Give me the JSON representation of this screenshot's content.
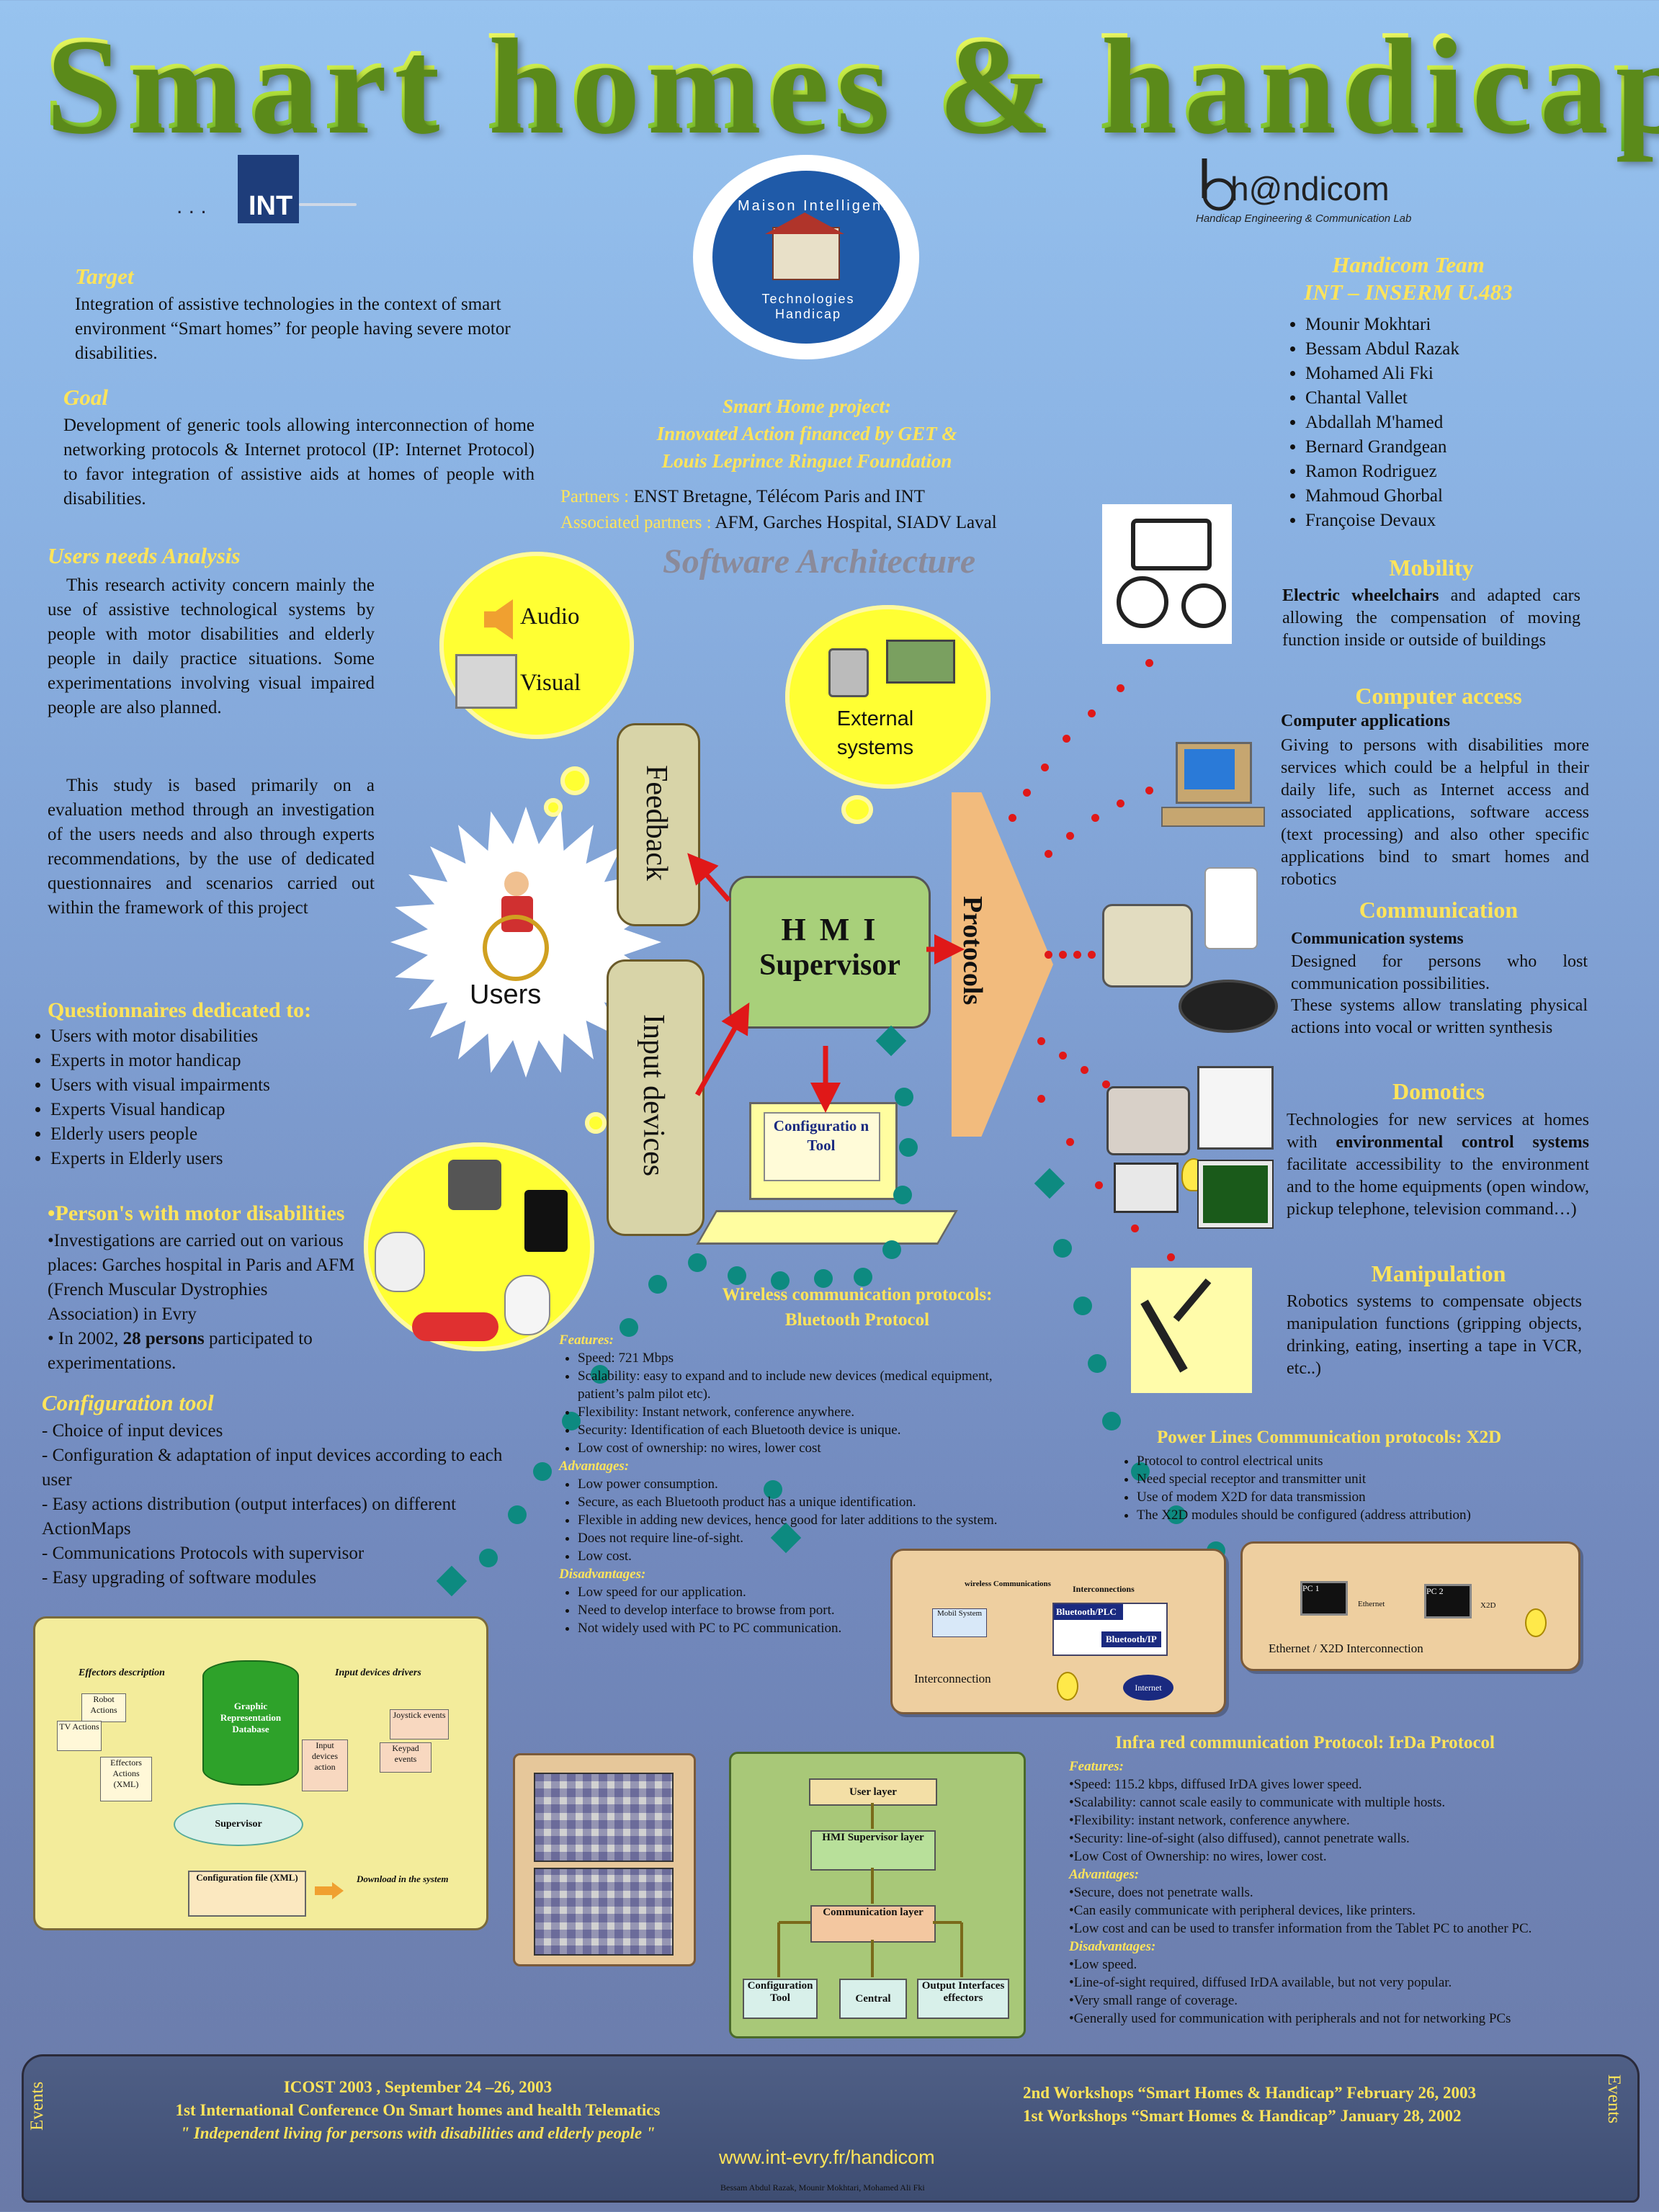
{
  "title": "Smart homes & handicap",
  "int_logo": {
    "prefix": ". . .",
    "text": "INT"
  },
  "handicom_logo": {
    "name": "h@ndicom",
    "subtitle": "Handicap Engineering & Communication Lab"
  },
  "center_logo": {
    "top": "Maison Intelligente",
    "bottom": "Technologies Handicap"
  },
  "target": {
    "heading": "Target",
    "text": "Integration of assistive technologies in the context of smart environment “Smart homes” for people having severe motor disabilities."
  },
  "goal": {
    "heading": "Goal",
    "text": "Development of generic tools allowing interconnection of home networking protocols & Internet protocol (IP: Internet Protocol) to favor integration of assistive aids at homes of people with disabilities."
  },
  "project": {
    "line1": "Smart Home project:",
    "line2": "Innovated Action financed by GET &",
    "line3": "Louis Leprince Ringuet Foundation",
    "partners_label": "Partners :",
    "partners": "ENST Bretagne, Télécom Paris and INT",
    "associated_label": "Associated partners :",
    "associated": "AFM, Garches Hospital, SIADV Laval"
  },
  "team": {
    "heading1": "Handicom Team",
    "heading2": "INT – INSERM  U.483",
    "members": [
      "Mounir  Mokhtari",
      "Bessam  Abdul Razak",
      "Mohamed Ali Fki",
      "Chantal Vallet",
      "Abdallah M'hamed",
      "Bernard  Grandgean",
      "Ramon Rodriguez",
      "Mahmoud Ghorbal",
      "Françoise Devaux"
    ]
  },
  "users_needs": {
    "heading": "Users needs Analysis",
    "p1": "This research activity concern mainly the use of assistive technological systems by people with motor disabilities and elderly people in daily practice situations. Some experimentations involving visual impaired people are also planned.",
    "p2": "This study is based primarily on a evaluation method through an investigation of the users needs and also through experts recommendations, by the use of dedicated questionnaires and scenarios carried out within the framework of this project"
  },
  "questionnaires": {
    "heading": "Questionnaires dedicated to:",
    "items": [
      "Users with motor disabilities",
      "Experts in motor handicap",
      "Users with visual impairments",
      "Experts Visual handicap",
      "Elderly users people",
      "Experts in Elderly users"
    ]
  },
  "persons": {
    "heading": "•Person's with motor disabilities",
    "item1": "•Investigations are carried out on various places: Garches hospital in Paris and AFM (French Muscular Dystrophies Association) in Evry",
    "item2_pre": "• In 2002, ",
    "item2_bold": "28 persons",
    "item2_post": " participated to experimentations."
  },
  "config_tool": {
    "heading": "Configuration tool",
    "items": [
      "- Choice of input devices",
      "- Configuration & adaptation of input devices according to each user",
      "- Easy actions distribution (output interfaces) on different ActionMaps",
      "- Communications Protocols with supervisor",
      "- Easy upgrading of software modules"
    ]
  },
  "architecture": {
    "heading": "Software Architecture",
    "audio": "Audio",
    "visual": "Visual",
    "external": "External systems",
    "feedback": "Feedback",
    "users": "Users",
    "input_devices": "Input devices",
    "hmi_l1": "H M I",
    "hmi_l2": "Supervisor",
    "protocols": "Protocols",
    "config_tool": "Configuratio n Tool"
  },
  "mobility": {
    "heading": "Mobility",
    "bold": "Electric wheelchairs",
    "text": " and adapted cars allowing the compensation of moving function inside or outside of buildings"
  },
  "computer_access": {
    "heading": "Computer access",
    "sub": "Computer applications",
    "text": "Giving to persons with disabilities more services which could be a helpful  in their daily life, such as Internet access and associated applications, software access (text processing) and also other specific applications bind to smart homes and robotics"
  },
  "communication": {
    "heading": "Communication",
    "sub": "Communication systems",
    "text1": "Designed for persons who lost communication possibilities.",
    "text2": "These systems allow translating physical actions into vocal or written synthesis"
  },
  "domotics": {
    "heading": "Domotics",
    "pre": "Technologies for new services at homes with ",
    "bold": "environmental control systems",
    "post": " facilitate accessibility to the environment and to the home equipments (open window, pickup telephone, television command…)"
  },
  "manipulation": {
    "heading": "Manipulation",
    "text": "Robotics systems to compensate objects manipulation functions (gripping objects, drinking, eating, inserting a tape in VCR, etc..)"
  },
  "bluetooth": {
    "heading1": "Wireless communication protocols:",
    "heading2": "Bluetooth Protocol",
    "features_label": "Features:",
    "features": [
      "Speed: 721 Mbps",
      "Scalability: easy to expand and to include new devices (medical equipment, patient’s palm pilot etc).",
      "Flexibility: Instant network, conference anywhere.",
      "Security: Identification of each Bluetooth device is unique.",
      "Low cost of ownership: no wires, lower cost"
    ],
    "advantages_label": "Advantages:",
    "advantages": [
      "Low power consumption.",
      "Secure, as each Bluetooth product has a unique identification.",
      "Flexible in adding new devices, hence good for later additions to the system.",
      "Does not require line-of-sight.",
      "Low cost."
    ],
    "disadvantages_label": "Disadvantages:",
    "disadvantages": [
      "Low speed for our application.",
      "Need to develop interface to browse from port.",
      "Not  widely  used with PC to PC communication."
    ]
  },
  "x2d": {
    "heading": "Power Lines Communication protocols: X2D",
    "items": [
      "Protocol to control electrical units",
      "Need special receptor and transmitter unit",
      "Use of modem X2D for data transmission",
      "The X2D modules should be configured (address attribution)"
    ]
  },
  "interconnection": {
    "wireless": "wireless Communications",
    "interconnections": "Interconnections",
    "mobil": "Mobil System",
    "bt_plc": "Bluetooth/PLC",
    "bt_ip": "Bluetooth/IP",
    "label": "Interconnection",
    "internet": "Internet"
  },
  "ethernet_x2d": {
    "pc1": "PC 1",
    "pc2": "PC 2",
    "ethernet": "Ethernet",
    "x2d": "X2D",
    "label": "Ethernet / X2D Interconnection"
  },
  "irda": {
    "heading": "Infra red communication Protocol: IrDa Protocol",
    "features_label": "Features:",
    "features": [
      "•Speed: 115.2 kbps, diffused IrDA gives lower speed.",
      "•Scalability: cannot scale easily to communicate with multiple hosts.",
      "•Flexibility: instant network, conference anywhere.",
      "•Security: line-of-sight (also diffused), cannot penetrate walls.",
      "•Low Cost of Ownership: no wires, lower cost."
    ],
    "advantages_label": "Advantages:",
    "advantages": [
      "•Secure, does not penetrate walls.",
      "•Can easily communicate with peripheral devices, like printers.",
      "•Low cost and can be used to transfer information from the Tablet PC to another PC."
    ],
    "disadvantages_label": "Disadvantages:",
    "disadvantages": [
      "•Low speed.",
      "•Line-of-sight required, diffused IrDA available, but not very popular.",
      "•Very small range of coverage.",
      "•Generally used for communication with peripherals and not for networking PCs"
    ]
  },
  "config_diagram": {
    "effectors_desc": "Effectors description",
    "input_drivers": "Input devices drivers",
    "robot": "Robot Actions",
    "tv": "TV Actions",
    "effectors_xml": "Effectors Actions (XML)",
    "db": "Graphic Representation Database",
    "input_action": "Input devices action",
    "joystick": "Joystick events",
    "keypad": "Keypad events",
    "supervisor": "Supervisor",
    "config_file": "Configuration file (XML)",
    "download": "Download in the system"
  },
  "layers": {
    "user": "User layer",
    "hmi": "HMI Supervisor layer",
    "comm": "Communication layer",
    "config": "Configuration Tool",
    "central": "Central",
    "output": "Output Interfaces effectors"
  },
  "events": {
    "icost_title": "ICOST 2003 , September 24 –26, 2003",
    "icost_line2": "1st International Conference On Smart homes and health Telematics",
    "icost_line3": "\" Independent living for persons with disabilities and elderly people \"",
    "ws2": "2nd Workshops “Smart Homes & Handicap”  February 26, 2003",
    "ws1": "1st  Workshops “Smart Homes & Handicap”  January   28, 2002",
    "url": "www.int-evry.fr/handicom",
    "label": "Events",
    "authors": "Bessam  Abdul Razak,  Mounir  Mokhtari,  Mohamed Ali Fki"
  }
}
